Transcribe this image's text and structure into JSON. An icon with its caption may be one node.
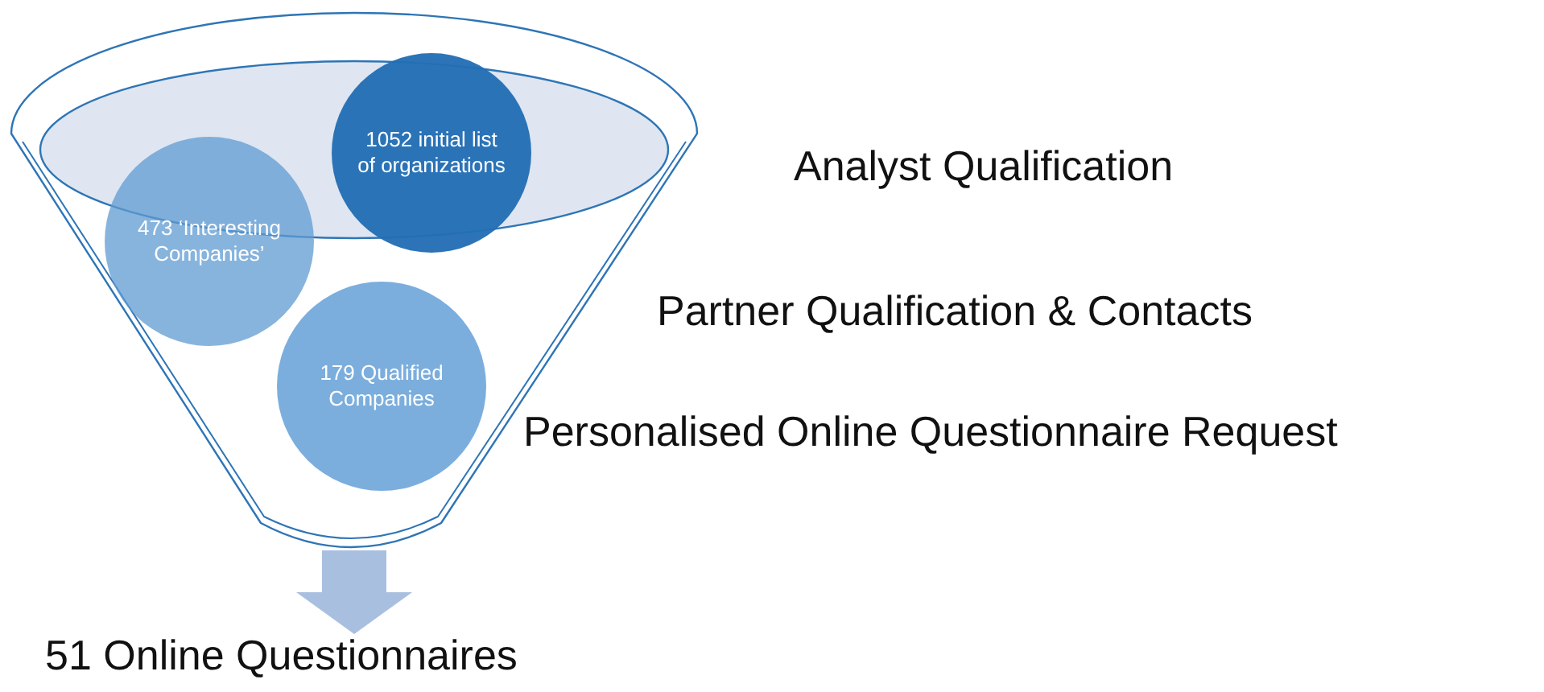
{
  "diagram": {
    "nodes": [
      {
        "text": [],
        "shape": "funnel"
      },
      {
        "text": [
          "1052 initial list of organizations"
        ],
        "in": 0
      },
      {
        "text": [
          "473 ‘Interesting Companies’"
        ],
        "in": 0
      },
      {
        "text": [
          "179 Qualified Companies"
        ],
        "in": 0
      },
      {
        "text": [
          "51 Online Questionnaires"
        ]
      }
    ],
    "edges": [
      {
        "from": 0,
        "to": 4,
        "arrow": "to"
      }
    ],
    "labels": [
      "Analyst Qualification",
      "Partner Qualification & Contacts",
      "Personalised Online Questionnaire Request"
    ]
  }
}
